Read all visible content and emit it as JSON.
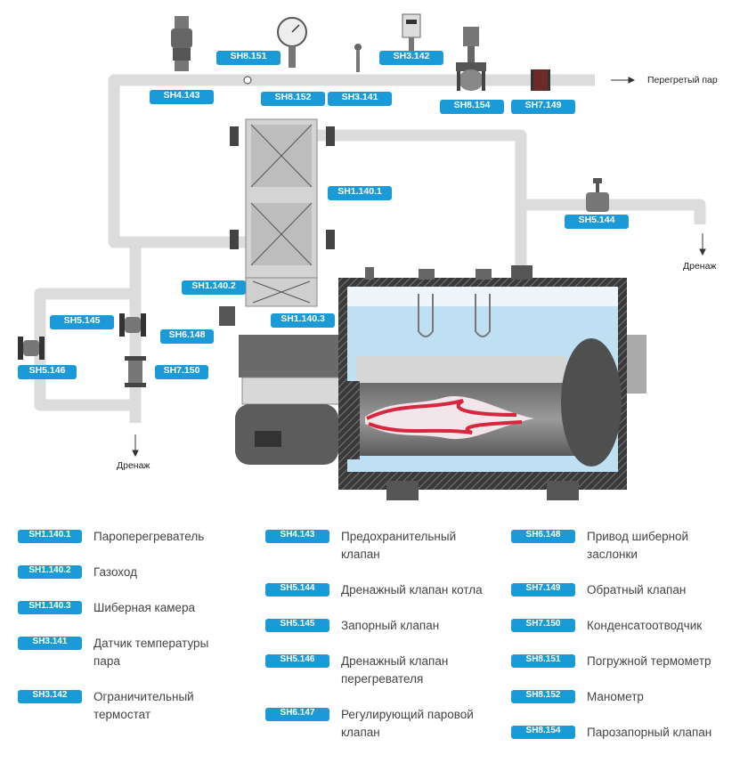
{
  "diagram": {
    "tags": {
      "sh8151": "SH8.151",
      "sh3142": "SH3.142",
      "sh4143": "SH4.143",
      "sh8152": "SH8.152",
      "sh3141": "SH3.141",
      "sh8154": "SH8.154",
      "sh7149": "SH7.149",
      "sh1140_1": "SH1.140.1",
      "sh5144": "SH5.144",
      "sh1140_2": "SH1.140.2",
      "sh1140_3": "SH1.140.3",
      "sh5145": "SH5.145",
      "sh6148": "SH6.148",
      "sh5146": "SH5.146",
      "sh7150": "SH7.150"
    },
    "labels": {
      "superheated_steam": "Перегретый пар",
      "drain_right": "Дренаж",
      "drain_left": "Дренаж"
    }
  },
  "legend": [
    {
      "code": "SH1.140.1",
      "text": "Пароперегреватель"
    },
    {
      "code": "SH1.140.2",
      "text": "Газоход"
    },
    {
      "code": "SH1.140.3",
      "text": "Шиберная камера"
    },
    {
      "code": "SH3.141",
      "text": "Датчик температуры пара"
    },
    {
      "code": "SH3.142",
      "text": "Ограничительный термостат"
    },
    {
      "code": "SH4.143",
      "text": "Предохранительный клапан"
    },
    {
      "code": "SH5.144",
      "text": "Дренажный клапан котла"
    },
    {
      "code": "SH5.145",
      "text": "Запорный клапан"
    },
    {
      "code": "SH5.146",
      "text": "Дренажный клапан перегревателя"
    },
    {
      "code": "SH6.147",
      "text": "Регулирующий паровой клапан"
    },
    {
      "code": "SH6.148",
      "text": "Привод шиберной заслонки"
    },
    {
      "code": "SH7.149",
      "text": "Обратный клапан"
    },
    {
      "code": "SH7.150",
      "text": "Конденсатоотводчик"
    },
    {
      "code": "SH8.151",
      "text": "Погружной термометр"
    },
    {
      "code": "SH8.152",
      "text": "Манометр"
    },
    {
      "code": "SH8.154",
      "text": "Парозапорный клапан"
    }
  ],
  "colors": {
    "tag": "#1a9ad6",
    "pipe": "#dcdcdc",
    "water": "#bfe0f2",
    "flame": "#d7263d"
  }
}
